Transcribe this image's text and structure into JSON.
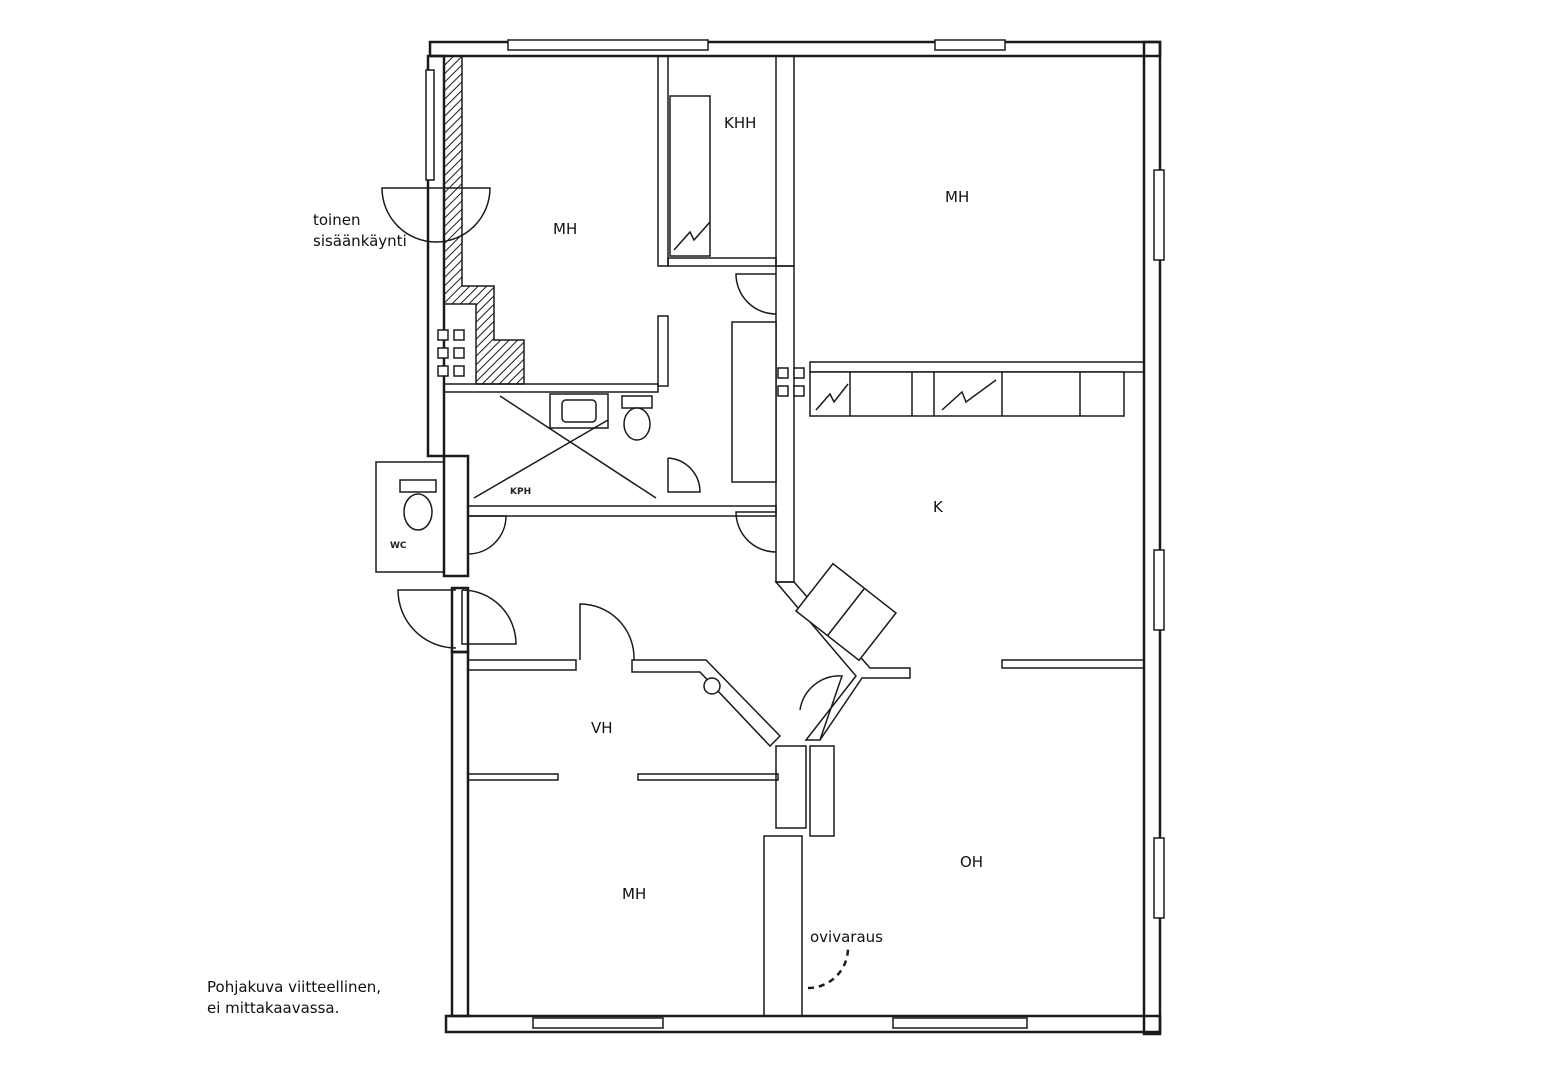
{
  "rooms": {
    "mh_top_left": "MH",
    "khh": "KHH",
    "mh_top_right": "MH",
    "kph": "KPH",
    "wc": "WC",
    "k": "K",
    "vh": "VH",
    "mh_bottom": "MH",
    "oh": "OH"
  },
  "notes": {
    "entrance_line1": "toinen",
    "entrance_line2": "sisäänkäynti",
    "door_reservation": "ovivaraus",
    "disclaimer_line1": "Pohjakuva viitteellinen,",
    "disclaimer_line2": "ei mittakaavassa."
  },
  "colors": {
    "line": "#1a1a1a",
    "background": "#ffffff"
  }
}
